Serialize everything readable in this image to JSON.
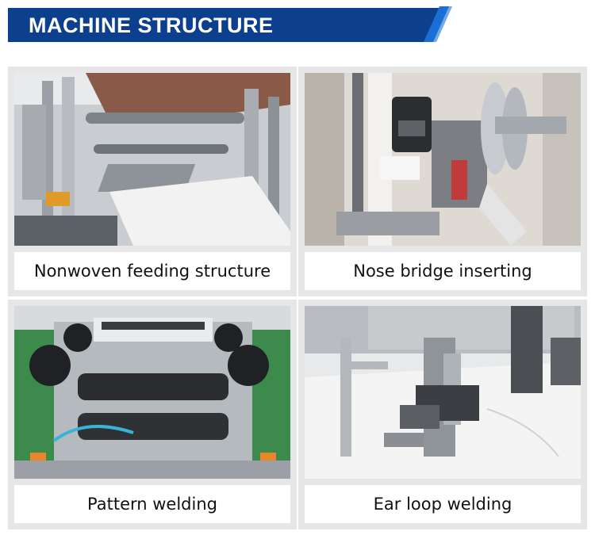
{
  "header": {
    "title": "MACHINE STRUCTURE",
    "colors": {
      "primary": "#0d3f8f",
      "accent": "#1a6fd6"
    }
  },
  "cards": [
    {
      "caption": "Nonwoven feeding structure",
      "photo": "nonwoven-feeding-photo"
    },
    {
      "caption": "Nose bridge inserting",
      "photo": "nose-bridge-photo"
    },
    {
      "caption": "Pattern welding",
      "photo": "pattern-welding-photo"
    },
    {
      "caption": "Ear loop welding",
      "photo": "ear-loop-welding-photo"
    }
  ]
}
